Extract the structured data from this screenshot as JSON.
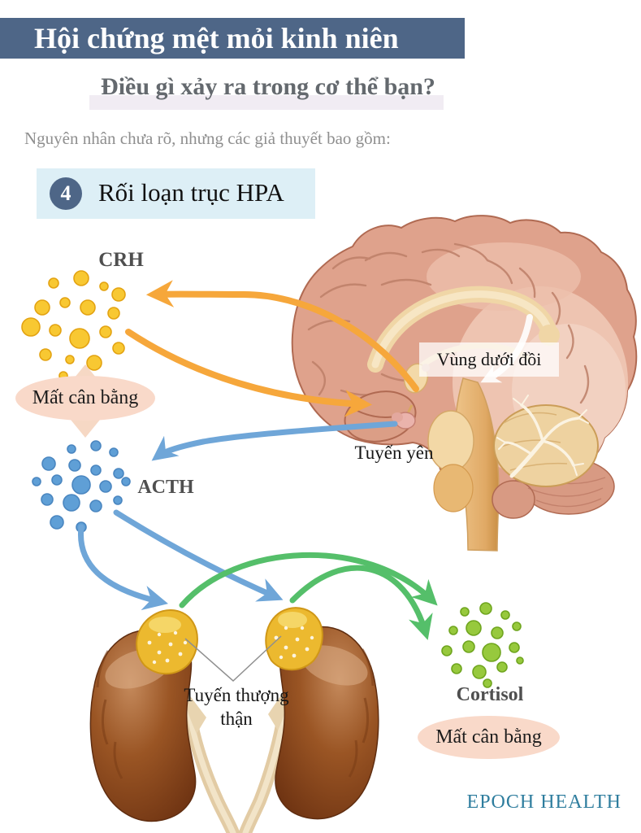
{
  "header": {
    "title": "Hội chứng mệt mỏi kinh niên",
    "bg_color": "#4e6687"
  },
  "subtitle": {
    "text": "Điều gì xảy ra trong cơ thể bạn?"
  },
  "intro": {
    "text": "Nguyên nhân chưa rõ, nhưng các giả thuyết bao gồm:"
  },
  "topic": {
    "number": "4",
    "label": "Rối loạn trục HPA",
    "box_color": "#ddeff6",
    "badge_color": "#4e6687"
  },
  "labels": {
    "crh": "CRH",
    "acth": "ACTH",
    "cortisol": "Cortisol",
    "hypothalamus": "Vùng dưới đồi",
    "pituitary": "Tuyến yên",
    "adrenal": "Tuyến thượng thận",
    "imbalance_top": "Mất cân bằng",
    "imbalance_bottom": "Mất cân bằng"
  },
  "colors": {
    "crh_dots": "#f8c832",
    "acth_dots": "#5f9fd6",
    "cortisol_dots": "#97c93d",
    "orange_arrow": "#f6a73b",
    "blue_arrow": "#6fa6d8",
    "green_arrow": "#55bf6a",
    "imbalance_fill": "#f9d9c9",
    "banner": "#4e6687"
  },
  "footer": {
    "brand": "EPOCH HEALTH",
    "color": "#2e7d9e"
  }
}
